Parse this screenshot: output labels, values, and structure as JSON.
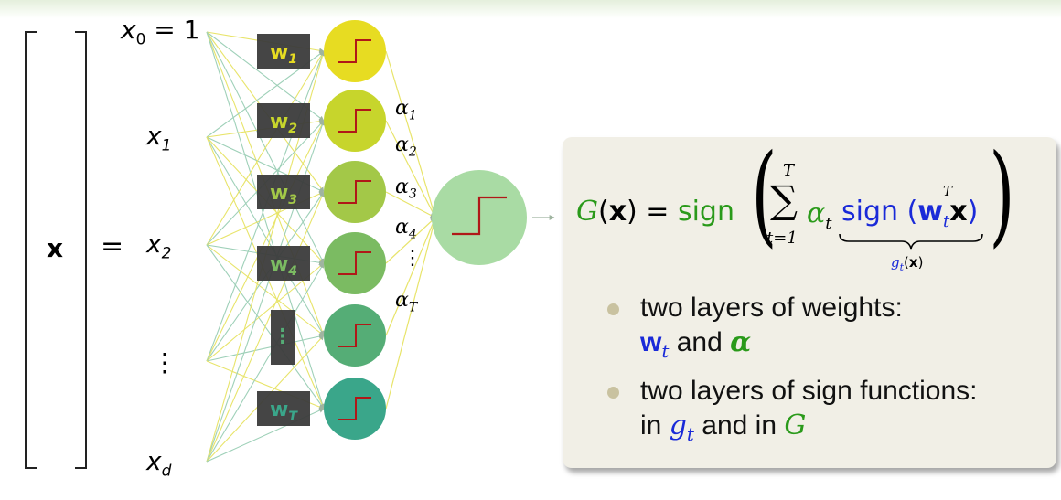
{
  "diagram": {
    "vector_symbol": "x",
    "equals": "=",
    "inputs": [
      "x0 = 1",
      "x1",
      "x2",
      "⋮",
      "xd"
    ],
    "weights": [
      "w1",
      "w2",
      "w3",
      "w4",
      "⋮",
      "wT"
    ],
    "alphas": [
      "α1",
      "α2",
      "α3",
      "α4",
      "⋮",
      "αT"
    ],
    "colors": {
      "neuron_top": "#e2d61e",
      "neuron_bottom": "#3aa68a",
      "output_neuron": "#a9dba4",
      "step": "#b01818",
      "weight_box": "#3b3b3b"
    }
  },
  "formula": {
    "lhs": "G(x) = ",
    "sign_outer": "sign",
    "sum_top": "T",
    "sum_bottom": "t=1",
    "alpha": "α",
    "alpha_sub": "t",
    "sign_inner": "sign",
    "w": "w",
    "w_sub": "t",
    "w_sup": "T",
    "x": "x",
    "brace_label": "gt(x)"
  },
  "bullets": [
    {
      "text": "two layers of weights:",
      "line2_a": "w",
      "line2_a_sub": "t",
      "line2_b": " and ",
      "line2_c": "α"
    },
    {
      "text": "two layers of sign functions:",
      "line2_a": "in ",
      "line2_g": "g",
      "line2_g_sub": "t",
      "line2_b": " and in ",
      "line2_c": "G"
    }
  ]
}
